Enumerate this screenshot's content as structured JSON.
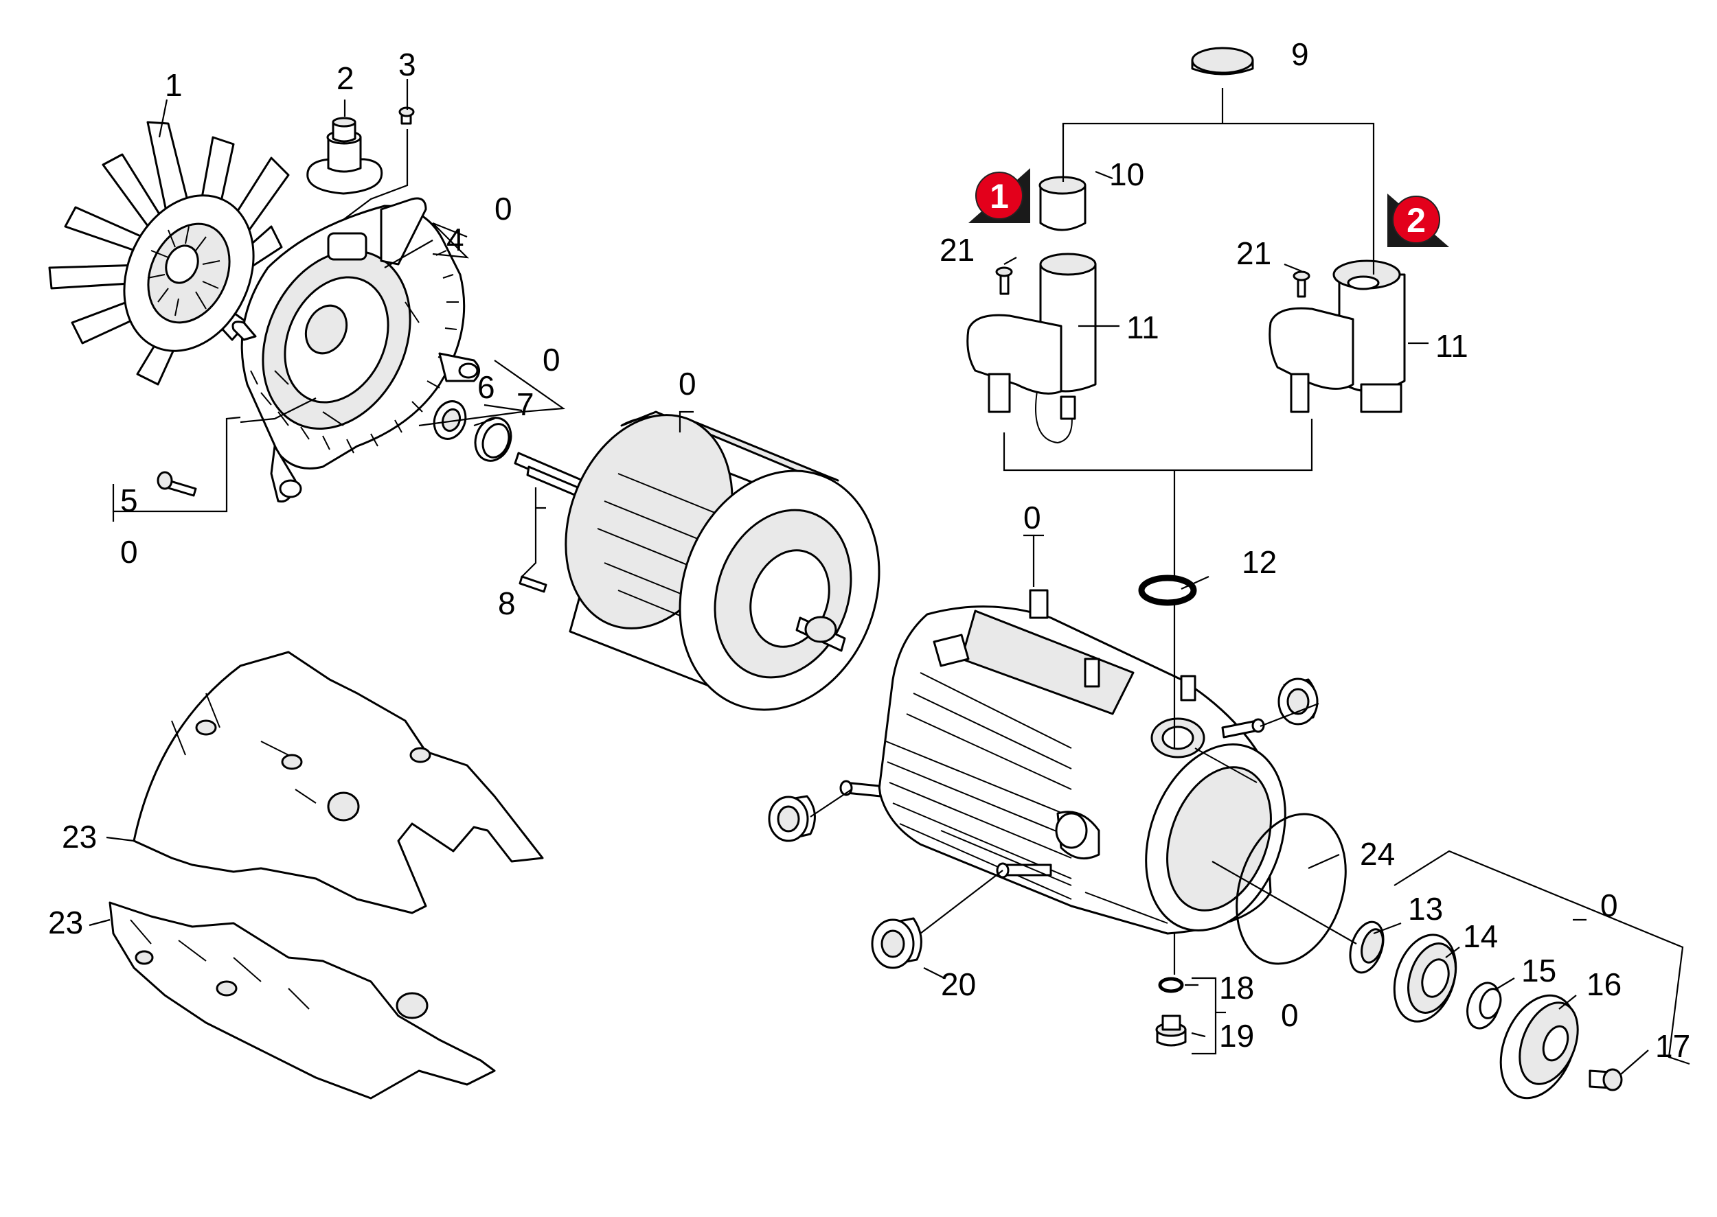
{
  "labels": {
    "l1": "1",
    "l2": "2",
    "l3": "3",
    "l4": "4",
    "l4_0": "0",
    "l5": "5",
    "l5_0": "0",
    "l6": "6",
    "l7": "7",
    "l67_0": "0",
    "l8": "8",
    "l_motor_0": "0",
    "l9": "9",
    "l10": "10",
    "l11_left": "11",
    "l11_right": "11",
    "l21_left": "21",
    "l21_right": "21",
    "l12": "12",
    "l_housing_0": "0",
    "l13": "13",
    "l14": "14",
    "l15": "15",
    "l16": "16",
    "l17": "17",
    "l_bearing_0": "0",
    "l18": "18",
    "l19": "19",
    "l1819_0": "0",
    "l20": "20",
    "l23_top": "23",
    "l23_bottom": "23",
    "l24": "24"
  },
  "variant_badges": {
    "b1": "1",
    "b2": "2"
  },
  "colors": {
    "badge_red": "#e3001b",
    "badge_shadow": "#1a1a1a",
    "line": "#000000"
  }
}
